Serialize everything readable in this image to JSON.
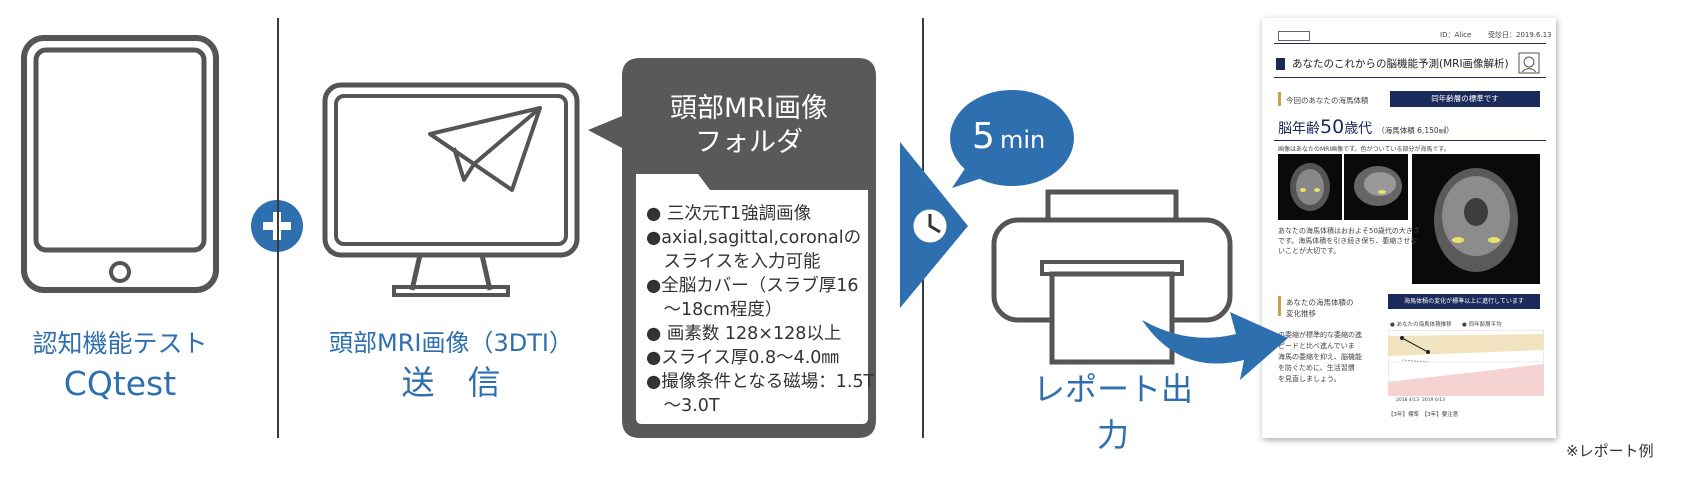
{
  "step1": {
    "label_line1": "認知機能テスト",
    "label_line2": "CQtest"
  },
  "step2": {
    "label_line1": "頭部MRI画像（3DTI）",
    "label_line2": "送　信"
  },
  "folder": {
    "title_line1": "頭部MRI画像",
    "title_line2": "フォルダ",
    "items": [
      "● 三次元T1強調画像",
      "●axial,sagittal,coronalの",
      "　スライスを入力可能",
      "●全脳カバー（スラブ厚16",
      "　～18cm程度）",
      "● 画素数 128×128以上",
      "●スライス厚0.8～4.0㎜",
      "●撮像条件となる磁場：1.5T",
      "　～3.0T"
    ]
  },
  "time": {
    "value": "5",
    "unit": "min"
  },
  "step3": {
    "label": "レポート出力"
  },
  "report": {
    "id_label": "ID：Alice",
    "date_label": "受診日：2019.6.13",
    "title": "あなたのこれからの脳機能予測(MRI画像解析)",
    "section1": "今回のあなたの海馬体積",
    "section1_tag": "同年齢層の標準です",
    "brain_age_prefix": "脳年齢",
    "brain_age_value": "50",
    "brain_age_suffix": "歳代",
    "brain_age_note": "（海馬体積 6,150㎣）",
    "image_caption": "画像はあなたのMRI画像です。色がついている部分が海馬です。",
    "desc1": "あなたの海馬体積はおおよそ50歳代の大きさ",
    "desc2": "です。海馬体積を引き続き保ち、萎縮させな",
    "desc3": "いことが大切です。",
    "section2_line1": "あなたの海馬体積の",
    "section2_line2": "変化推移",
    "section2_tag": "海馬体積の変化が標準以上に進行しています",
    "desc4": "の委縮が標準的な委縮の進",
    "desc5": "ピードと比べ進んでいま",
    "desc6": "海馬の委縮を抑え、脳機能",
    "desc7": "を防ぐために、生活習慣",
    "desc8": "を見直しましょう。",
    "legend1": "あなたの海馬体積推移",
    "legend2": "同年齢層平均",
    "x_ticks": [
      "2018 4/13",
      "2019 6/13"
    ],
    "footer_legend": "【3年】標準　【3年】要注意"
  },
  "footnote": "※レポート例"
}
